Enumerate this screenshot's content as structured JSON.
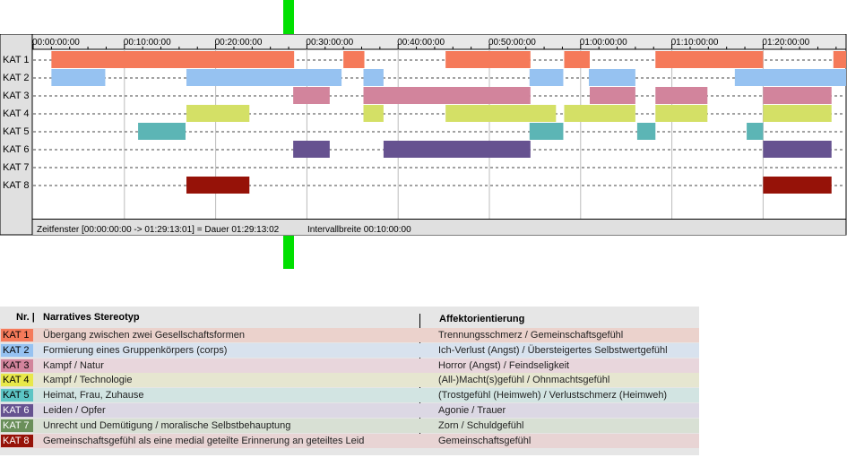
{
  "timeline": {
    "time_ticks": [
      "00:00:00:00",
      "00:10:00:00",
      "00:20:00:00",
      "00:30:00:00",
      "00:40:00:00",
      "00:50:00:00",
      "01:00:00:00",
      "01:10:00:00",
      "01:20:00:00"
    ],
    "status_window": "Zeitfenster [00:00:00:00 -> 01:29:13:01] = Dauer 01:29:13:02",
    "status_interval": "Intervallbreite 00:10:00:00",
    "cursor_color": "#00e000"
  },
  "chart_data": {
    "type": "gantt",
    "x_unit": "minutes",
    "xlim": [
      0,
      89.2
    ],
    "categories": [
      "KAT 1",
      "KAT 2",
      "KAT 3",
      "KAT 4",
      "KAT 5",
      "KAT 6",
      "KAT 7",
      "KAT 8"
    ],
    "series": [
      {
        "category": "KAT 1",
        "color": "#f57a5a",
        "intervals": [
          [
            2,
            28.6
          ],
          [
            34,
            36.3
          ],
          [
            45.2,
            54.5
          ],
          [
            58.2,
            61
          ],
          [
            68.2,
            80
          ],
          [
            87.7,
            89.2
          ]
        ]
      },
      {
        "category": "KAT 2",
        "color": "#96c2f1",
        "intervals": [
          [
            2,
            7.9
          ],
          [
            16.8,
            33.8
          ],
          [
            36.2,
            38.4
          ],
          [
            54.4,
            58.1
          ],
          [
            60.9,
            66
          ],
          [
            76.9,
            89.2
          ]
        ]
      },
      {
        "category": "KAT 3",
        "color": "#d2849c",
        "intervals": [
          [
            28.5,
            32.5
          ],
          [
            36.2,
            54.5
          ],
          [
            61,
            66
          ],
          [
            68.2,
            73.9
          ],
          [
            80,
            87.5
          ]
        ]
      },
      {
        "category": "KAT 4",
        "color": "#d4e066",
        "intervals": [
          [
            16.8,
            23.7
          ],
          [
            36.2,
            38.4
          ],
          [
            45.2,
            57.3
          ],
          [
            58.2,
            66
          ],
          [
            68.2,
            73.9
          ],
          [
            80,
            87.5
          ]
        ]
      },
      {
        "category": "KAT 5",
        "color": "#5cb5b5",
        "intervals": [
          [
            11.5,
            16.7
          ],
          [
            54.4,
            58.1
          ],
          [
            66.2,
            68.2
          ],
          [
            78.2,
            80
          ]
        ]
      },
      {
        "category": "KAT 6",
        "color": "#665290",
        "intervals": [
          [
            28.5,
            32.5
          ],
          [
            38.4,
            54.5
          ],
          [
            80,
            87.5
          ]
        ]
      },
      {
        "category": "KAT 7",
        "color": "#6a8f5a",
        "intervals": []
      },
      {
        "category": "KAT 8",
        "color": "#961208",
        "intervals": [
          [
            16.8,
            23.7
          ],
          [
            80,
            87.5
          ]
        ]
      }
    ]
  },
  "legend": {
    "header_nr": "Nr. |",
    "header_stereotype": "Narratives Stereotyp",
    "header_affect": "Affektorientierung",
    "rows": [
      {
        "nr": "KAT 1",
        "color": "#f57a5a",
        "row_bg": "#ebd2cc",
        "text_color": "#000",
        "stereotype": "Übergang zwischen zwei Gesellschaftsformen",
        "affect": "Trennungsschmerz / Gemeinschaftsgefühl"
      },
      {
        "nr": "KAT 2",
        "color": "#96c2f1",
        "row_bg": "#d8e2ee",
        "text_color": "#000",
        "stereotype": "Formierung eines Gruppenkörpers (corps)",
        "affect": "Ich-Verlust (Angst) / Übersteigertes Selbstwertgefühl"
      },
      {
        "nr": "KAT 3",
        "color": "#d2849c",
        "row_bg": "#e8d6dc",
        "text_color": "#000",
        "stereotype": "Kampf / Natur",
        "affect": "Horror (Angst) / Feindseligkeit"
      },
      {
        "nr": "KAT 4",
        "color": "#e8e84a",
        "row_bg": "#e6e6d0",
        "text_color": "#000",
        "stereotype": "Kampf / Technologie",
        "affect": "(All-)Macht(s)gefühl / Ohnmachtsgefühl"
      },
      {
        "nr": "KAT 5",
        "color": "#5cc5c5",
        "row_bg": "#d2e4e2",
        "text_color": "#000",
        "stereotype": "Heimat, Frau, Zuhause",
        "affect": "(Trostgefühl (Heimweh) / Verlustschmerz (Heimweh)"
      },
      {
        "nr": "KAT 6",
        "color": "#665290",
        "row_bg": "#dcd8e4",
        "text_color": "#fff",
        "stereotype": "Leiden / Opfer",
        "affect": "Agonie / Trauer"
      },
      {
        "nr": "KAT 7",
        "color": "#6a8f5a",
        "row_bg": "#d8e0d4",
        "text_color": "#fff",
        "stereotype": "Unrecht und Demütigung / moralische Selbstbehauptung",
        "affect": "Zorn / Schuldgefühl"
      },
      {
        "nr": "KAT 8",
        "color": "#961208",
        "row_bg": "#e8d4d4",
        "text_color": "#fff",
        "stereotype": "Gemeinschaftsgefühl als eine medial geteilte Erinnerung an geteiltes Leid",
        "affect": "Gemeinschaftsgefühl"
      }
    ]
  }
}
